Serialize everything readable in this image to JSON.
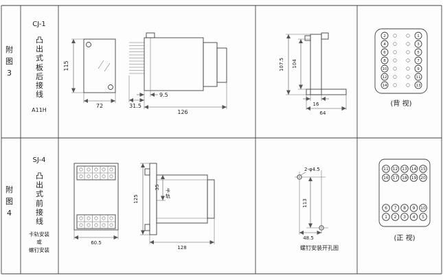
{
  "figure_rows": {
    "row1": {
      "fig_label": "附图3",
      "model": "CJ-1",
      "desc": "凸出式板后接线",
      "code": "A11H",
      "dims": {
        "panel_height": "115",
        "panel_width": "72",
        "pin_length": "31.5",
        "panel_offset": "9.5",
        "case_depth": "126",
        "profile_height_outer": "107.5",
        "profile_height_inner": "104",
        "profile_width_inner": "16",
        "profile_width_outer": "64"
      },
      "back_view": {
        "caption": "(背 视)",
        "left_pins": [
          "2",
          "4",
          "6",
          "8",
          "10",
          "12",
          "14"
        ],
        "right_pins": [
          "1",
          "3",
          "5",
          "7",
          "9",
          "11",
          "13"
        ]
      }
    },
    "row2": {
      "fig_label": "附图4",
      "model": "SJ-4",
      "desc": "凸出式前接线",
      "mount_note": "卡轨安装\n或\n螺钉安装",
      "dims": {
        "front_width": "60.5",
        "side_height": "125",
        "rail_offset": "35",
        "rail_label": "卡轨",
        "case_depth": "128",
        "hole_spec": "2-φ4.5",
        "hole_vertical": "113",
        "hole_horizontal": "48.5"
      },
      "hole_caption": "螺钉安装开孔图",
      "front_view": {
        "caption": "(正 视)",
        "top_rows": [
          [
            "11",
            "12",
            "13",
            "14",
            "15"
          ],
          [
            "16",
            "17",
            "18",
            "19",
            "20"
          ]
        ],
        "bottom_rows": [
          [
            "6",
            "7",
            "8",
            "9",
            "10"
          ],
          [
            "1",
            "2",
            "3",
            "4",
            "5"
          ]
        ]
      }
    }
  }
}
